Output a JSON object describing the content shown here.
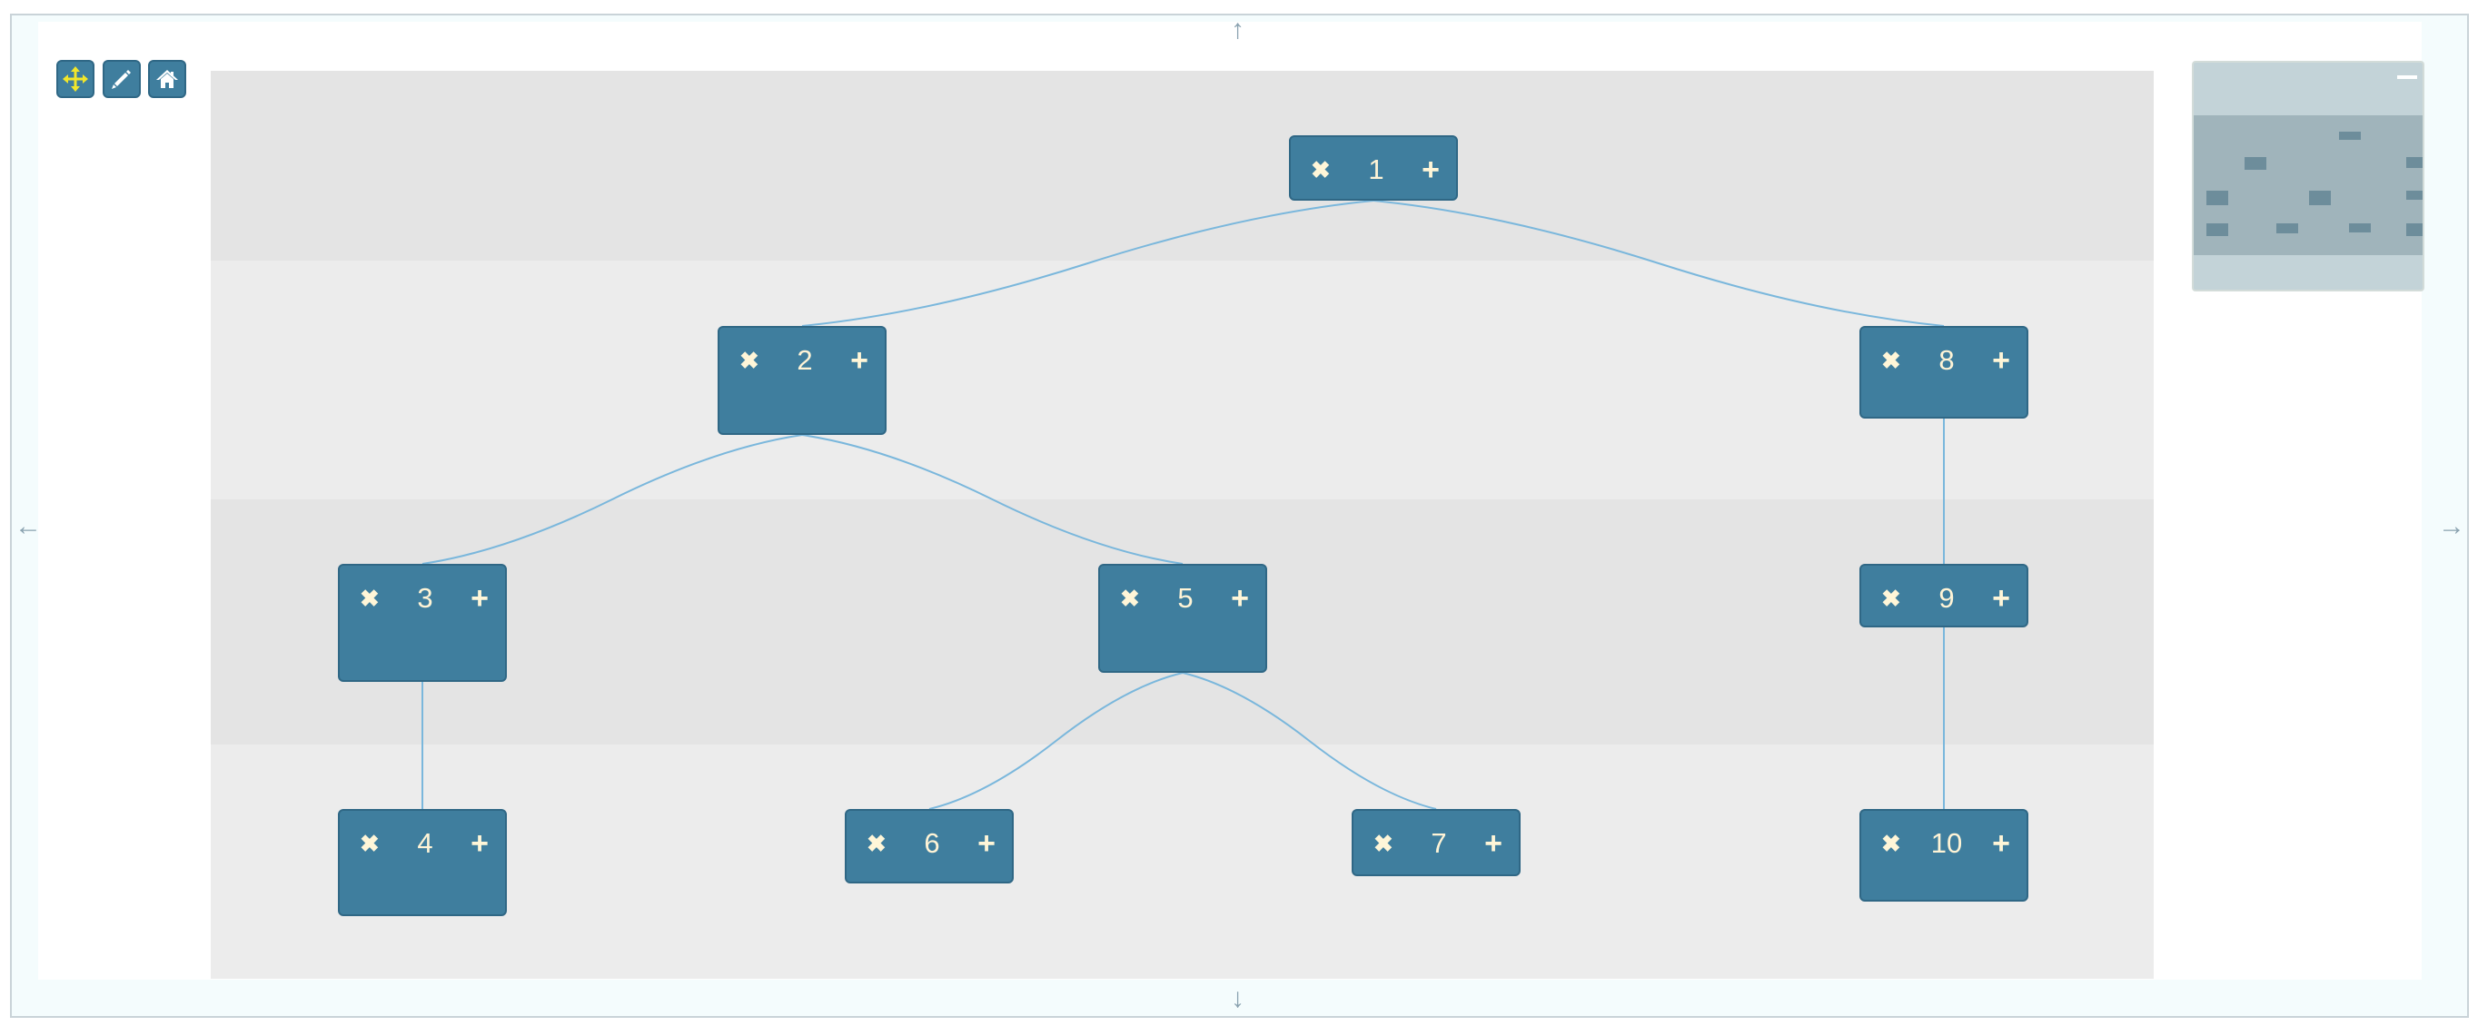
{
  "colors": {
    "node_fill": "#3f7e9e",
    "node_border": "#2f6785",
    "edge": "#7ab7dc",
    "band_dark": "#e4e4e4",
    "band_light": "#ececec",
    "move_icon": "#f2e62a"
  },
  "toolbar": {
    "buttons": [
      {
        "icon": "move-icon",
        "active": true
      },
      {
        "icon": "pencil-icon",
        "active": false
      },
      {
        "icon": "home-icon",
        "active": false
      }
    ]
  },
  "pan_arrows": {
    "up": "↑",
    "down": "↓",
    "left": "←",
    "right": "→"
  },
  "tree": {
    "nodes": [
      {
        "label": "1",
        "delete_icon": "✖",
        "add_icon": "+"
      },
      {
        "label": "2",
        "delete_icon": "✖",
        "add_icon": "+"
      },
      {
        "label": "8",
        "delete_icon": "✖",
        "add_icon": "+"
      },
      {
        "label": "3",
        "delete_icon": "✖",
        "add_icon": "+"
      },
      {
        "label": "5",
        "delete_icon": "✖",
        "add_icon": "+"
      },
      {
        "label": "9",
        "delete_icon": "✖",
        "add_icon": "+"
      },
      {
        "label": "4",
        "delete_icon": "✖",
        "add_icon": "+"
      },
      {
        "label": "6",
        "delete_icon": "✖",
        "add_icon": "+"
      },
      {
        "label": "7",
        "delete_icon": "✖",
        "add_icon": "+"
      },
      {
        "label": "10",
        "delete_icon": "✖",
        "add_icon": "+"
      }
    ],
    "edges": [
      [
        "1",
        "2"
      ],
      [
        "1",
        "8"
      ],
      [
        "2",
        "3"
      ],
      [
        "2",
        "5"
      ],
      [
        "8",
        "9"
      ],
      [
        "3",
        "4"
      ],
      [
        "5",
        "6"
      ],
      [
        "5",
        "7"
      ],
      [
        "9",
        "10"
      ]
    ]
  },
  "minimap": {
    "minimize_icon": "minus-icon"
  }
}
